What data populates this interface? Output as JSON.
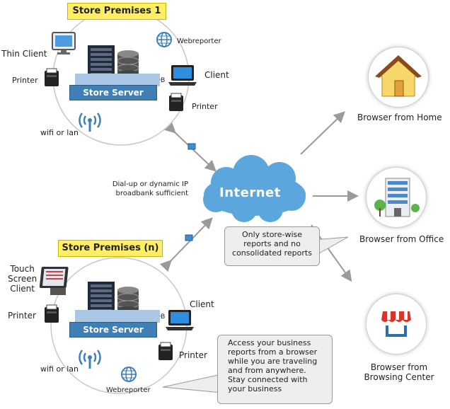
{
  "store1": {
    "title": "Store Premises 1",
    "thin_client": "Thin Client",
    "webreporter": "Webreporter",
    "client": "Client",
    "printer_left": "Printer",
    "printer_right": "Printer",
    "store_db": "Strore DB",
    "server": "Store Server",
    "wifi": "wifi or lan"
  },
  "storeN": {
    "title": "Store Premises (n)",
    "touch_client": [
      "Touch",
      "Screen",
      "Client"
    ],
    "printer_left": "Printer",
    "client": "Client",
    "store_db": "Strore DB",
    "server": "Store Server",
    "printer_right": "Printer",
    "wifi": "wifi or lan",
    "webreporter": "Webreporter"
  },
  "connection_note": [
    "Dial-up or dynamic IP",
    "broadbank sufficient"
  ],
  "internet": "Internet",
  "destinations": {
    "home": "Browser from Home",
    "office": "Browser from Office",
    "center": [
      "Browser from",
      "Browsing Center"
    ]
  },
  "callouts": {
    "store_wise": [
      "Only store-wise",
      "reports and no",
      "consolidated reports"
    ],
    "access": [
      "Access your business",
      "reports from a browser",
      "while you are traveling",
      "and from anywhere.",
      "Stay connected with",
      "your business"
    ]
  },
  "colors": {
    "internet_cloud": "#5aa6dd",
    "server_plate": "#3f7fb6",
    "title_box": "#ffee66",
    "arrows": "#999999"
  }
}
